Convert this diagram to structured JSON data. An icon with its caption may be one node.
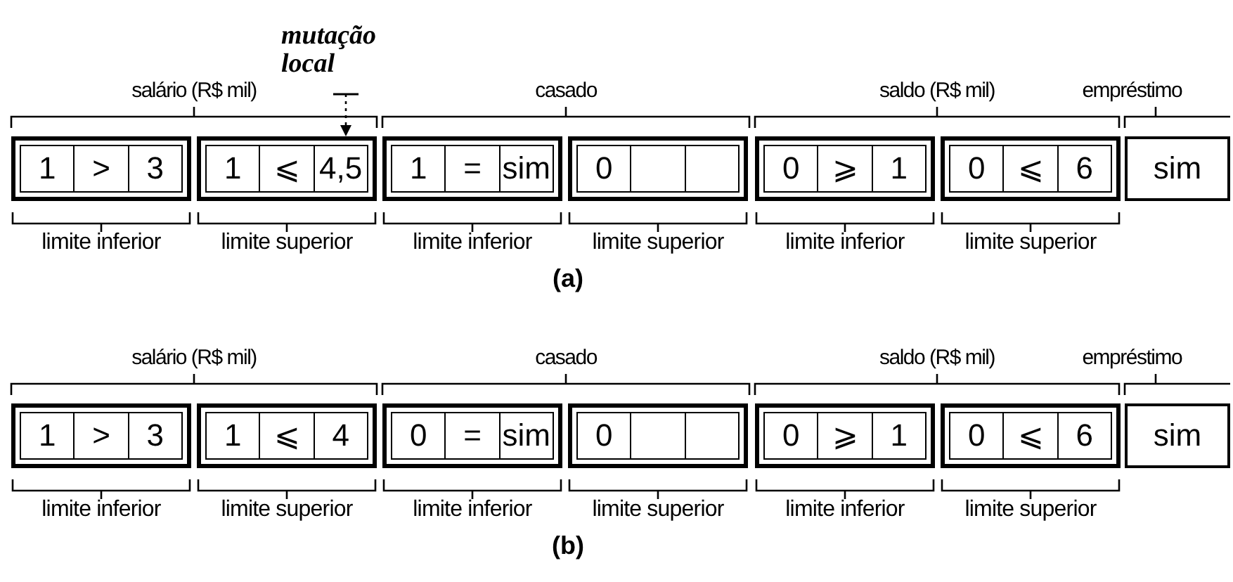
{
  "diagram": {
    "nodes": [
      {
        "text": [
          "mutação local"
        ]
      },
      {
        "text": [
          "1",
          ">",
          "3"
        ]
      },
      {
        "text": [
          "1",
          "⩽",
          "4,5"
        ]
      },
      {
        "text": [
          "1",
          "=",
          "sim"
        ]
      },
      {
        "text": [
          "0"
        ]
      },
      {
        "text": [
          "0",
          "⩾",
          "1"
        ]
      },
      {
        "text": [
          "0",
          "⩽",
          "6"
        ]
      },
      {
        "text": [
          "sim"
        ]
      },
      {
        "text": [
          "1",
          ">",
          "3"
        ]
      },
      {
        "text": [
          "1",
          "⩽",
          "4"
        ]
      },
      {
        "text": [
          "0",
          "=",
          "sim"
        ]
      },
      {
        "text": [
          "0"
        ]
      },
      {
        "text": [
          "0",
          "⩾",
          "1"
        ]
      },
      {
        "text": [
          "0",
          "⩽",
          "6"
        ]
      },
      {
        "text": [
          "sim"
        ]
      }
    ],
    "edges": [
      {
        "from": 0,
        "to": 2,
        "arrow": "to",
        "style": "dashed"
      }
    ],
    "labels": [
      "salário (R$ mil)",
      "casado",
      "saldo (R$ mil)",
      "empréstimo",
      "limite inferior",
      "limite superior",
      "limite inferior",
      "limite superior",
      "limite inferior",
      "limite superior",
      "(a)",
      "salário (R$ mil)",
      "casado",
      "saldo (R$ mil)",
      "empréstimo",
      "limite inferior",
      "limite superior",
      "limite inferior",
      "limite superior",
      "limite inferior",
      "limite superior",
      "(b)"
    ]
  }
}
